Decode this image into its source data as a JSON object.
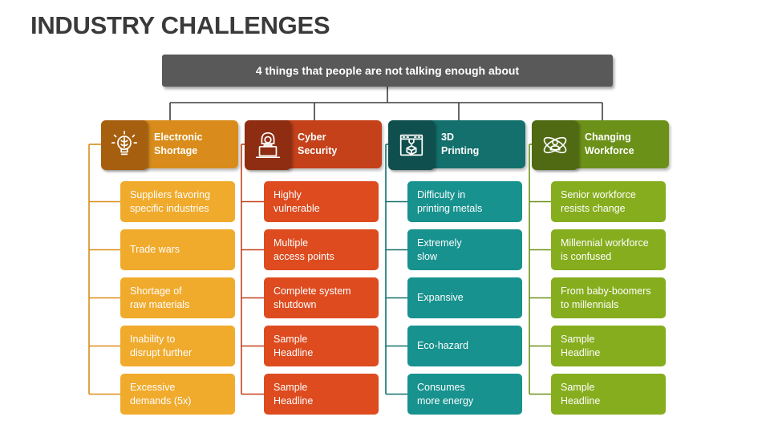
{
  "title": "INDUSTRY CHALLENGES",
  "banner": "4 things that people are not talking enough about",
  "colors": {
    "banner": "#595959",
    "connector": "#3f3f3f",
    "electronic_dark": "#a65f0f",
    "electronic": "#d98c1b",
    "electronic_item": "#f0aa2c",
    "cyber_dark": "#8e2d12",
    "cyber": "#c4411a",
    "cyber_item": "#dd4b1f",
    "printing_dark": "#0f4f4d",
    "printing": "#13706c",
    "printing_item": "#17928f",
    "workforce_dark": "#4f6a12",
    "workforce": "#6c9119",
    "workforce_item": "#86ad1d"
  },
  "categories": [
    {
      "label": "Electronic\nShortage",
      "icon": "lightbulb-brain-icon",
      "items": [
        "Suppliers favoring\nspecific industries",
        "Trade wars",
        "Shortage of\nraw materials",
        "Inability to\ndisrupt further",
        "Excessive\ndemands (5x)"
      ]
    },
    {
      "label": "Cyber\nSecurity",
      "icon": "hacker-laptop-icon",
      "items": [
        "Highly\nvulnerable",
        "Multiple\naccess points",
        "Complete system\nshutdown",
        "Sample\nHeadline",
        "Sample\nHeadline"
      ]
    },
    {
      "label": "3D\nPrinting",
      "icon": "3d-printer-icon",
      "items": [
        "Difficulty in\nprinting metals",
        "Extremely\nslow",
        "Expansive",
        "Eco-hazard",
        "Consumes\nmore energy"
      ]
    },
    {
      "label": "Changing\nWorkforce",
      "icon": "workforce-atom-icon",
      "items": [
        "Senior workforce\nresists change",
        "Millennial workforce\nis confused",
        "From baby-boomers\nto millennials",
        "Sample\nHeadline",
        "Sample\nHeadline"
      ]
    }
  ]
}
